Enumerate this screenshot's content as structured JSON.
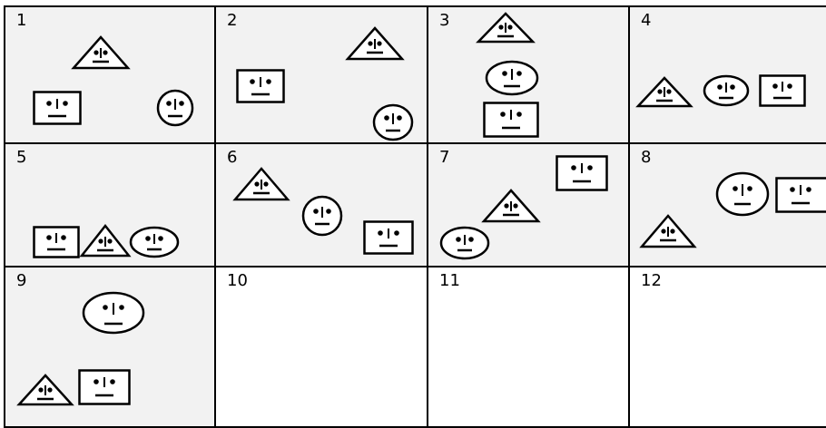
{
  "panels": [
    {
      "label": "1",
      "shapes": [
        "triangle-face",
        "rectangle-face",
        "circle-face"
      ]
    },
    {
      "label": "2",
      "shapes": [
        "triangle-face",
        "rectangle-face",
        "circle-face"
      ]
    },
    {
      "label": "3",
      "shapes": [
        "triangle-face",
        "oval-face",
        "rectangle-face"
      ]
    },
    {
      "label": "4",
      "shapes": [
        "triangle-face",
        "oval-face",
        "rectangle-face"
      ]
    },
    {
      "label": "5",
      "shapes": [
        "rectangle-face",
        "triangle-face",
        "oval-face"
      ]
    },
    {
      "label": "6",
      "shapes": [
        "triangle-face",
        "circle-face",
        "rectangle-face"
      ]
    },
    {
      "label": "7",
      "shapes": [
        "rectangle-face",
        "triangle-face",
        "oval-face"
      ]
    },
    {
      "label": "8",
      "shapes": [
        "circle-face",
        "rectangle-face",
        "triangle-face"
      ]
    },
    {
      "label": "9",
      "shapes": [
        "oval-face",
        "triangle-face",
        "rectangle-face"
      ]
    },
    {
      "label": "10",
      "shapes": []
    },
    {
      "label": "11",
      "shapes": []
    },
    {
      "label": "12",
      "shapes": []
    }
  ],
  "colors": {
    "line": "#000000",
    "cell_fill": "#f2f2f2",
    "empty_fill": "#ffffff"
  }
}
